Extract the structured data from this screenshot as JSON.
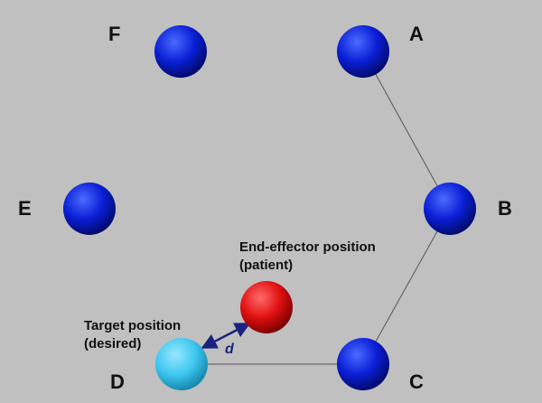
{
  "nodes": [
    {
      "id": "A",
      "label": "A",
      "color": "blue"
    },
    {
      "id": "B",
      "label": "B",
      "color": "blue"
    },
    {
      "id": "C",
      "label": "C",
      "color": "blue"
    },
    {
      "id": "D",
      "label": "D",
      "color": "light-blue"
    },
    {
      "id": "E",
      "label": "E",
      "color": "blue"
    },
    {
      "id": "F",
      "label": "F",
      "color": "blue"
    }
  ],
  "connections": [
    [
      "A",
      "B"
    ],
    [
      "B",
      "C"
    ],
    [
      "C",
      "D"
    ]
  ],
  "end_effector": {
    "caption_line1": "End-effector position",
    "caption_line2": "(patient)",
    "color": "red"
  },
  "target": {
    "caption_line1": "Target position",
    "caption_line2": "(desired)"
  },
  "distance_label": "d",
  "colors": {
    "background": "#c0c0c0",
    "blue_sphere": "#0a1fd6",
    "light_blue_sphere": "#3ec8f0",
    "red_sphere": "#e01010",
    "connector": "#555555",
    "arrow": "#1a237e"
  }
}
